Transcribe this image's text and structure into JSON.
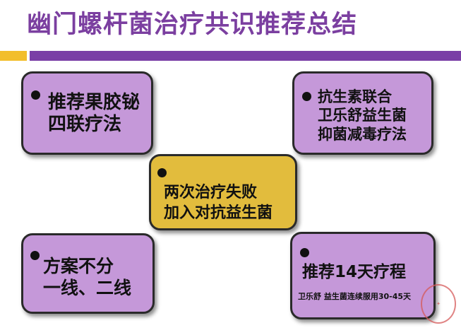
{
  "title": "幽门螺杆菌治疗共识推荐总结",
  "colors": {
    "gold": "#F2BE2C",
    "purple": "#7A3EA6",
    "lavender": "#C598D9",
    "goldbox": "#E2BC3D"
  },
  "boxes": {
    "top_left": {
      "lines": [
        "推荐果胶铋",
        "四联疗法"
      ]
    },
    "top_right": {
      "lines": [
        "抗生素联合",
        "卫乐舒益生菌",
        "抑菌减毒疗法"
      ]
    },
    "center": {
      "lines": [
        "两次治疗失败",
        "加入对抗益生菌"
      ]
    },
    "bottom_left": {
      "lines": [
        "方案不分",
        "一线、二线"
      ]
    },
    "bottom_right": {
      "main": "推荐14天疗程",
      "sub": "卫乐舒 益生菌连续服用30-45天"
    }
  }
}
